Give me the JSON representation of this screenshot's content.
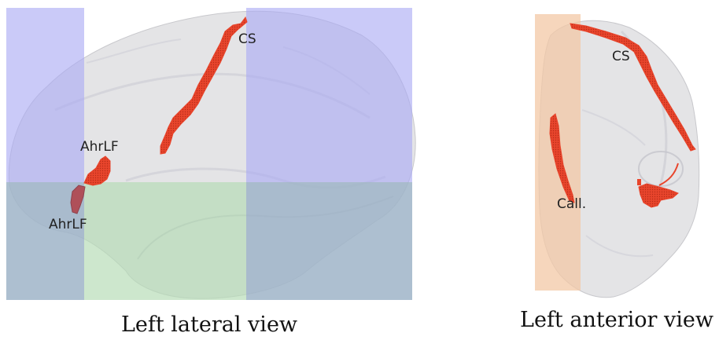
{
  "panels": [
    {
      "caption": "Left lateral view",
      "labels": [
        "CS",
        "AhrLF",
        "AhrLF"
      ]
    },
    {
      "caption": "Left anterior view",
      "labels": [
        "CS",
        "Call."
      ]
    }
  ],
  "colors": {
    "region_blue": "#aaaaf4",
    "region_green": "#b6dcb6",
    "region_orange": "#f3c8a6",
    "tract_red": "#e8452c",
    "brain_gray": "#e4e4e6"
  }
}
